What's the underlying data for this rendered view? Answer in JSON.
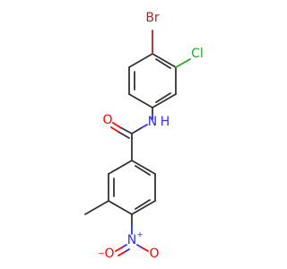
{
  "molecule": {
    "atoms": {
      "br": "Br",
      "cl": "Cl",
      "nh": "N",
      "h": "H",
      "o_carbonyl": "O",
      "n_nitro": "N",
      "n_plus": "+",
      "o_nitro_left": "O",
      "o_minus": "−",
      "o_nitro_right": "O"
    },
    "colors": {
      "bond": "#333333",
      "bromine": "#a52a2a",
      "chlorine": "#22aa22",
      "nitrogen": "#2e2eff",
      "oxygen": "#ff0000"
    }
  }
}
